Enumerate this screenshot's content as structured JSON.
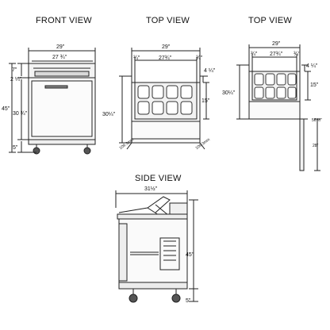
{
  "views": {
    "front": {
      "title": "FRONT VIEW"
    },
    "top1": {
      "title": "TOP VIEW"
    },
    "top2": {
      "title": "TOP VIEW"
    },
    "side": {
      "title": "SIDE VIEW"
    }
  },
  "dims": {
    "front_width": "29\"",
    "front_inner": "27 ¾\"",
    "front_7": "7\"",
    "front_2": "2 ¼\"",
    "front_45": "45\"",
    "front_30": "30 ¾\"",
    "front_5": "5\"",
    "top1_width": "29\"",
    "top1_q_left": "¾\"",
    "top1_inner": "27¾\"",
    "top1_q_right": "¾\"",
    "top1_4": "4 ¼\"",
    "top1_15": "15\"",
    "top1_30": "30¼\"",
    "top1_door_l": "109.3mm",
    "top1_door_r": "109.3mm",
    "top2_width": "29\"",
    "top2_q_left": "¾\"",
    "top2_inner": "27¾\"",
    "top2_q_right": "¾\"",
    "top2_4": "4 ¼\"",
    "top2_15": "15\"",
    "top2_30": "30¼\"",
    "top2_56": "56 ½\"",
    "top2_28": "28\"",
    "side_31": "31½\"",
    "side_45": "45\"",
    "side_5": "5\""
  }
}
